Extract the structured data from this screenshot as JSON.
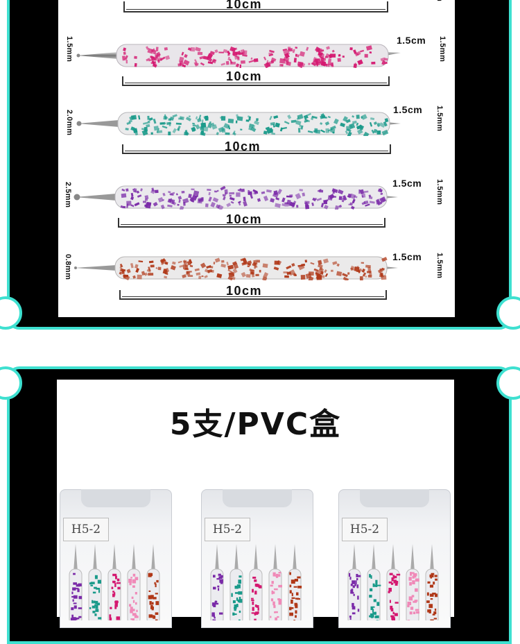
{
  "colors": {
    "frame": "#3ee0d0",
    "panel": "#000000"
  },
  "tools": [
    {
      "tip_left": "",
      "tip_right": "",
      "length": "10cm",
      "color": "#e02080",
      "partial": true
    },
    {
      "tip_left": "1.5mm",
      "right_cm": "1.5cm",
      "tip_right": "1.5mm",
      "length": "10cm",
      "color": "#d41870"
    },
    {
      "tip_left": "2.0mm",
      "right_cm": "1.5cm",
      "tip_right": "1.5mm",
      "length": "10cm",
      "color": "#1a9a8a"
    },
    {
      "tip_left": "2.5mm",
      "right_cm": "1.5cm",
      "tip_right": "1.5mm",
      "length": "10cm",
      "color": "#7a2aa8"
    },
    {
      "tip_left": "0.8mm",
      "right_cm": "1.5cm",
      "tip_right": "1.5mm",
      "length": "10cm",
      "color": "#b03818"
    }
  ],
  "package": {
    "title": "5支/PVC盒",
    "boxes": [
      {
        "label": "H5-2"
      },
      {
        "label": "H5-2"
      },
      {
        "label": "H5-2"
      }
    ],
    "pen_colors": [
      "#7a2aa8",
      "#1a9a8a",
      "#d41870",
      "#f08ab8",
      "#b03818"
    ]
  }
}
